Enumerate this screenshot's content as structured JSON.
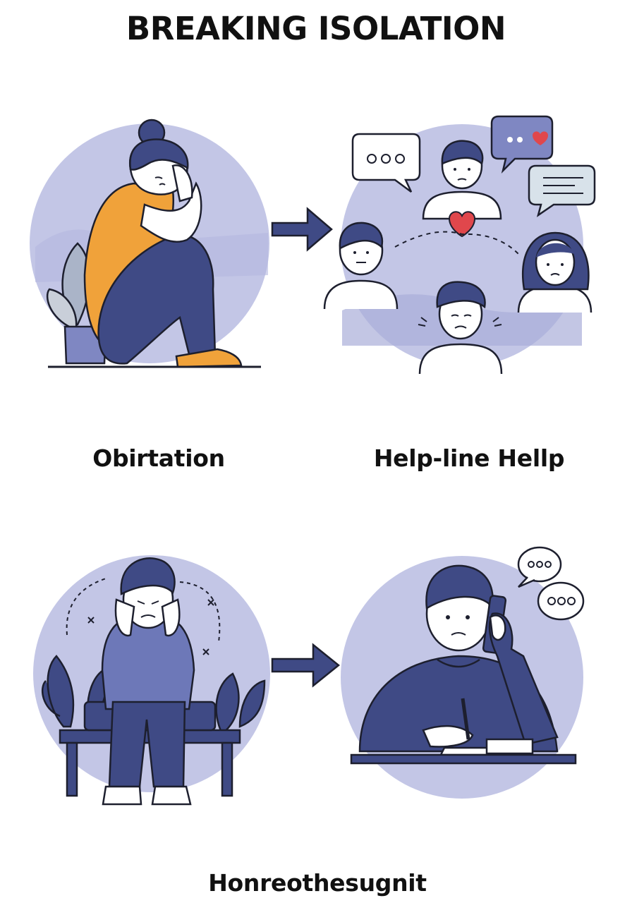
{
  "header": {
    "title": "BREAKING ISOLATION"
  },
  "panels": [
    {
      "label": "Obirtation"
    },
    {
      "label": "Help-line Hellp"
    },
    {
      "label": "Honreothesugnit"
    }
  ],
  "colors": {
    "circle": "#c3c6e6",
    "circle_dark": "#a9aed9",
    "navy": "#3f4a85",
    "navy_light": "#6d78b8",
    "orange": "#f0a23a",
    "outline": "#1d1f2e",
    "heart": "#e0474c"
  },
  "icons": [
    "arrow-right-icon",
    "speech-bubble-icon",
    "heart-icon",
    "phone-icon",
    "pen-icon",
    "plant-icon"
  ]
}
